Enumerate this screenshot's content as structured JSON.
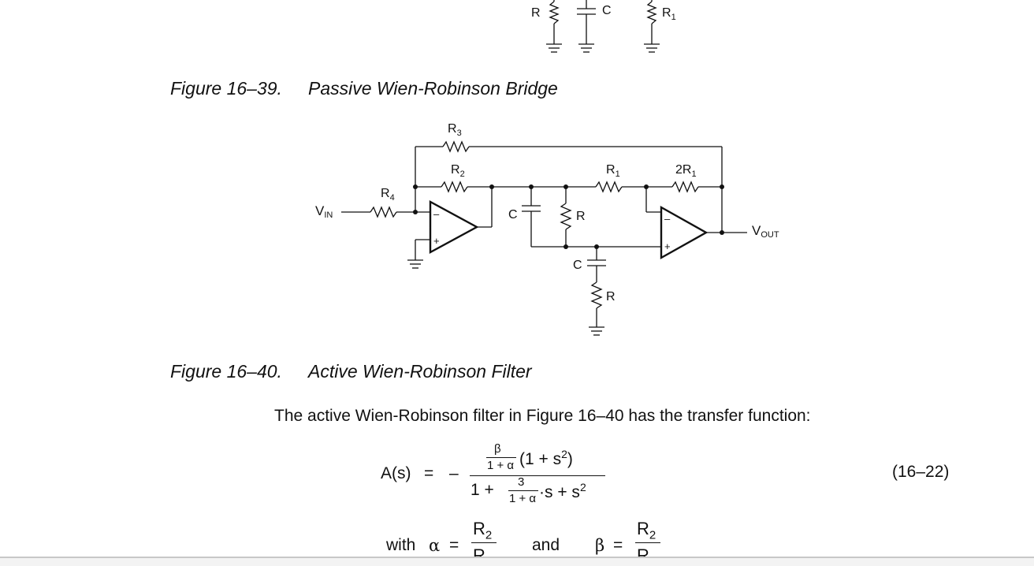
{
  "top_circuit": {
    "labels": {
      "r": "R",
      "c": "C",
      "r1_main": "R",
      "r1_sub": "1"
    }
  },
  "figure_39": {
    "number": "Figure 16–39.",
    "title": "Passive Wien-Robinson Bridge"
  },
  "active_circuit": {
    "labels": {
      "r3_main": "R",
      "r3_sub": "3",
      "r2_main": "R",
      "r2_sub": "2",
      "r1_main": "R",
      "r1_sub": "1",
      "two_r1_main": "2R",
      "two_r1_sub": "1",
      "r4_main": "R",
      "r4_sub": "4",
      "vin_main": "V",
      "vin_sub": "IN",
      "vout_main": "V",
      "vout_sub": "OUT",
      "c_left": "C",
      "r_mid": "R",
      "c_bottom": "C",
      "r_bottom": "R",
      "minus": "–",
      "plus": "+"
    }
  },
  "figure_40": {
    "number": "Figure 16–40.",
    "title": "Active Wien-Robinson Filter"
  },
  "paragraph": "The active Wien-Robinson filter in Figure 16–40 has the transfer function:",
  "equation": {
    "lhs": "A(s)",
    "equals": "=",
    "minus": "–",
    "beta": "β",
    "one_plus_alpha": "1 + α",
    "num_tail": "(1 + s",
    "sup2": "2",
    "close": ")",
    "den_one_plus": "1 +",
    "three": "3",
    "den_tail": "·s + s",
    "number": "(16–22)"
  },
  "with_line": {
    "with": "with",
    "alpha": "α",
    "equals": "=",
    "r2_main": "R",
    "r2_sub": "2",
    "denominator_partial": "R",
    "and": "and",
    "beta": "β"
  }
}
